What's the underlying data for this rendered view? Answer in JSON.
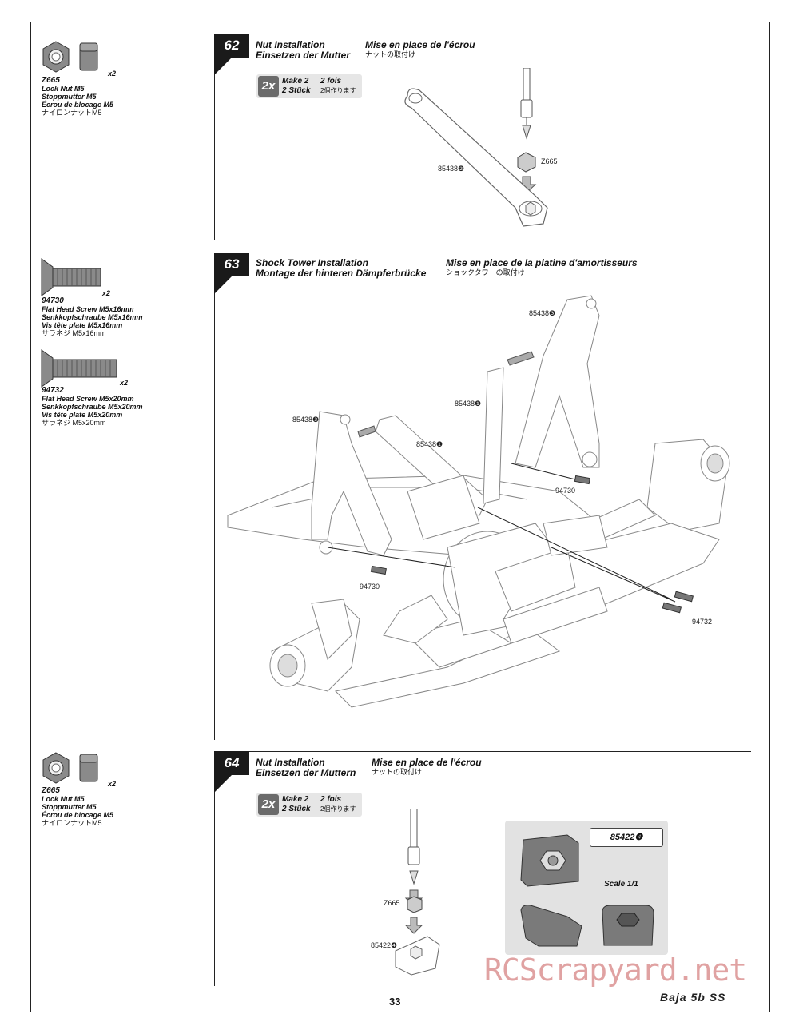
{
  "steps": [
    {
      "number": "62",
      "title_en": "Nut Installation",
      "title_de": "Einsetzen der Mutter",
      "title_fr": "Mise en place de l'écrou",
      "title_jp": "ナットの取付け"
    },
    {
      "number": "63",
      "title_en": "Shock Tower Installation",
      "title_de": "Montage der hinteren Dämpferbrücke",
      "title_fr": "Mise en place de la platine d'amortisseurs",
      "title_jp": "ショックタワーの取付け"
    },
    {
      "number": "64",
      "title_en": "Nut Installation",
      "title_de": "Einsetzen der Muttern",
      "title_fr": "Mise en place de l'écrou",
      "title_jp": "ナットの取付け"
    }
  ],
  "make_badge": {
    "mark": "2x",
    "make_en": "Make 2",
    "make_de": "2 Stück",
    "make_fr": "2 fois",
    "make_jp": "2個作ります"
  },
  "parts": {
    "z665_a": {
      "number": "Z665",
      "en": "Lock Nut M5",
      "de": "Stoppmutter M5",
      "fr": "Écrou de blocage M5",
      "jp": "ナイロンナットM5",
      "qty": "x2"
    },
    "p94730": {
      "number": "94730",
      "en": "Flat Head Screw M5x16mm",
      "de": "Senkkopfschraube M5x16mm",
      "fr": "Vis tête plate M5x16mm",
      "jp": "サラネジ M5x16mm",
      "qty": "x2"
    },
    "p94732": {
      "number": "94732",
      "en": "Flat Head Screw M5x20mm",
      "de": "Senkkopfschraube M5x20mm",
      "fr": "Vis tête plate M5x20mm",
      "jp": "サラネジ M5x20mm",
      "qty": "x2"
    },
    "z665_b": {
      "number": "Z665",
      "en": "Lock Nut M5",
      "de": "Stoppmutter M5",
      "fr": "Écrou de blocage M5",
      "jp": "ナイロンナットM5",
      "qty": "x2"
    }
  },
  "callouts": {
    "s62_part": "85438❷",
    "s62_nut": "Z665",
    "s63_a": "85438❸",
    "s63_b": "85438❶",
    "s63_c": "85438❸",
    "s63_d": "85438❶",
    "s63_e": "94730",
    "s63_f": "94730",
    "s63_g": "94732",
    "s64_nut": "Z665",
    "s64_part": "85422❹"
  },
  "scale_box": {
    "part": "85422❹",
    "scale": "Scale 1/1"
  },
  "footer": {
    "page": "33",
    "brand": "Baja 5b SS",
    "watermark": "RCScrapyard.net"
  }
}
